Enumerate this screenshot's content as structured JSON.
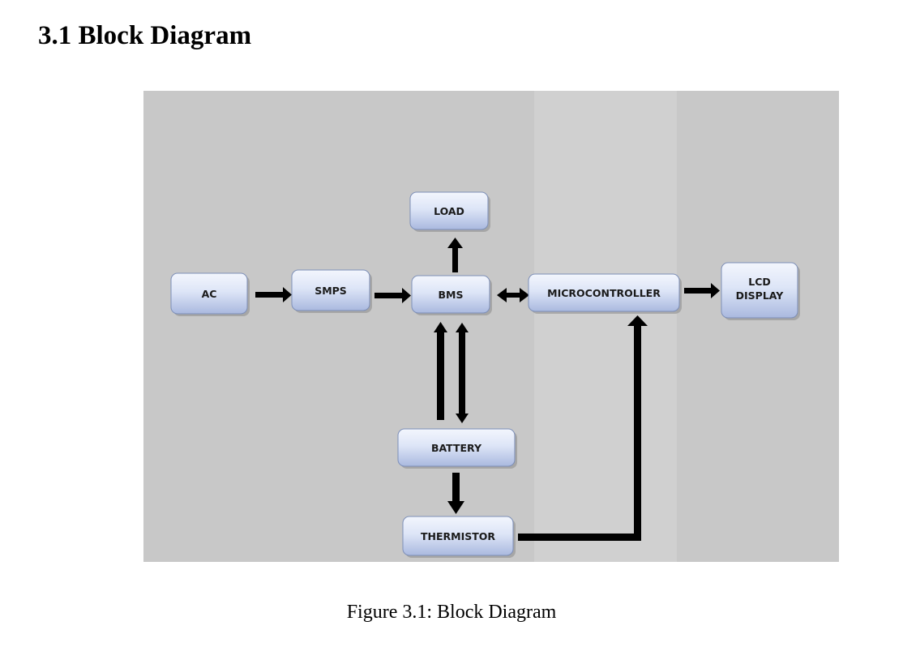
{
  "section": {
    "heading": "3.1 Block Diagram"
  },
  "diagram": {
    "blocks": {
      "load": "LOAD",
      "ac": "AC",
      "smps": "SMPS",
      "bms": "BMS",
      "microcontroller": "MICROCONTROLLER",
      "lcd_line1": "LCD",
      "lcd_line2": "DISPLAY",
      "battery": "BATTERY",
      "thermistor": "THERMISTOR"
    }
  },
  "figure": {
    "caption": "Figure 3.1: Block Diagram"
  }
}
